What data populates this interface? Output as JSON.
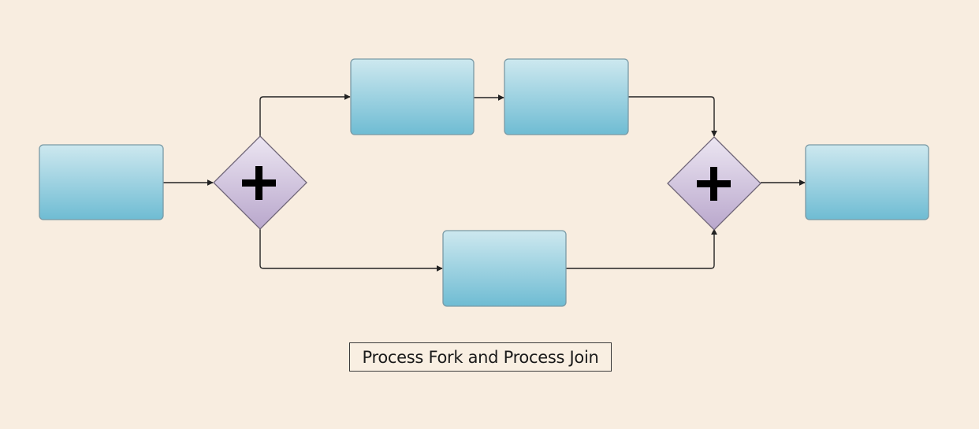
{
  "caption": "Process Fork and Process Join",
  "colors": {
    "background": "#f8ede0",
    "task_top": "#cde8ef",
    "task_bottom": "#6fbcd3",
    "task_border": "#7a9aa5",
    "gateway_top": "#ece6f2",
    "gateway_bottom": "#b9a7cc",
    "gateway_border": "#6f6577",
    "connector": "#222222"
  },
  "nodes": [
    {
      "id": "start-task",
      "type": "task",
      "label": ""
    },
    {
      "id": "fork-gateway",
      "type": "parallel-gateway",
      "symbol": "+"
    },
    {
      "id": "upper-task-1",
      "type": "task",
      "label": ""
    },
    {
      "id": "upper-task-2",
      "type": "task",
      "label": ""
    },
    {
      "id": "lower-task",
      "type": "task",
      "label": ""
    },
    {
      "id": "join-gateway",
      "type": "parallel-gateway",
      "symbol": "+"
    },
    {
      "id": "end-task",
      "type": "task",
      "label": ""
    }
  ],
  "edges": [
    {
      "from": "start-task",
      "to": "fork-gateway"
    },
    {
      "from": "fork-gateway",
      "to": "upper-task-1"
    },
    {
      "from": "upper-task-1",
      "to": "upper-task-2"
    },
    {
      "from": "upper-task-2",
      "to": "join-gateway"
    },
    {
      "from": "fork-gateway",
      "to": "lower-task"
    },
    {
      "from": "lower-task",
      "to": "join-gateway"
    },
    {
      "from": "join-gateway",
      "to": "end-task"
    }
  ]
}
